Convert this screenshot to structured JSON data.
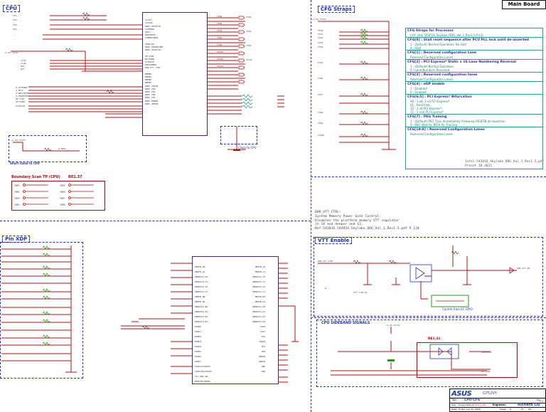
{
  "header": {
    "board_label": "Main Board"
  },
  "sections": {
    "cpu": "CPU",
    "cpu_straps": "CFG Straps",
    "pin_xdp": "Pin XDP",
    "vtt_enable": "VTT Enable",
    "cpu_sideband": "CPU SIDEBAND SIGNALS",
    "short_close": "Short close to CPU",
    "boundary_scan": "Boundary Scan TP (CPU)",
    "boundary_rev": "RE1.37",
    "sideband_rev": "RE1.31",
    "control_from_ec": "Control from EC GPIO",
    "close_to_cpu": "Close to CPU"
  },
  "notes": {
    "vtt_note": "DDR_VTT_CTRL:\nSystem Memory Power Gate Control:\nDisables the platform memory VTT regulator\nin C8 and deeper and S3.\nRef:543016_544924_Skylake_DDG_Vol_1_Rev1.5.pdf P.128",
    "intel_ref": "Intel 543016_Skylake_DDG_Vol_1_Rev1.5.pdf\nPreset 10-2015"
  },
  "cfg_straps": {
    "title": "CFG Straps for Processor",
    "subtitle": "(ref: Intel 543016_Skylake_DDG_Vol_1_Rev1.5 P.53)",
    "items": [
      {
        "title": "CFG[0] : Stall reset sequence after PCU PLL lock until de-asserted",
        "lines": [
          "1 : (Default) Normal Operation; No stall",
          "0 : Stall"
        ]
      },
      {
        "title": "CFG[1] : Reserved configuration Lane",
        "lines": [
          "Reserved Configuration Lanes"
        ]
      },
      {
        "title": "CFG[2] : PCI Express* Static x 16 Lane Numbering Reversal",
        "lines": [
          "1 : (Default) Normal Operation",
          "0 : Lane Numbers Reversed"
        ]
      },
      {
        "title": "CFG[3] : Reserved configuration lanes",
        "lines": [
          "Reserved Configuration Lanes"
        ]
      },
      {
        "title": "CFG[4] : eDP enable",
        "lines": [
          "1 : Disabled",
          "0 : Enabled"
        ]
      },
      {
        "title": "CFG[6:5] : PCI Express* Bifurcation",
        "lines": [
          "00 : 1 x8, 2 x4 PCI Express*",
          "01 : Reserved",
          "10 : 2 x8 PCI Express*",
          "11 : 1 x16 PCI Express*"
        ]
      },
      {
        "title": "CFG[7] : PEG Training",
        "lines": [
          "1 : (Default) PEG Train Immediately Following RESETB de-assertion",
          "0 : PEG Wait for BIOS for Training"
        ]
      },
      {
        "title": "CFG[19:8] : Reserved Configuration Lanes",
        "lines": [
          "Reserved Configuration Lanes"
        ]
      }
    ]
  },
  "boundary_tps": [
    "TBP1",
    "TBP2",
    "TBP3",
    "TBP4",
    "TBP5",
    "TBP6",
    "TBP7",
    "TBP8"
  ],
  "title_block": {
    "logo": "ASUS",
    "model": "G752VY",
    "title_label": "Title :",
    "title": "CPU-CFG",
    "engineer_label": "Engineer:",
    "engineer": "Richard Liu",
    "size_label": "Size",
    "rev_label": "Rev",
    "rev": "1.0",
    "date_label": "Date:",
    "date": "Friday, July 22, 2016",
    "sheet_label": "Sheet",
    "sheet": "6",
    "of_label": "of",
    "sheets": "99",
    "project_label": "Project Name:",
    "project": "G752VY-CPU"
  },
  "colors": {
    "border_blue": "#2030c8",
    "wire_red": "#b01010",
    "chip_purple": "#4a2080",
    "teal": "#2a9b8a",
    "green": "#18a018"
  }
}
